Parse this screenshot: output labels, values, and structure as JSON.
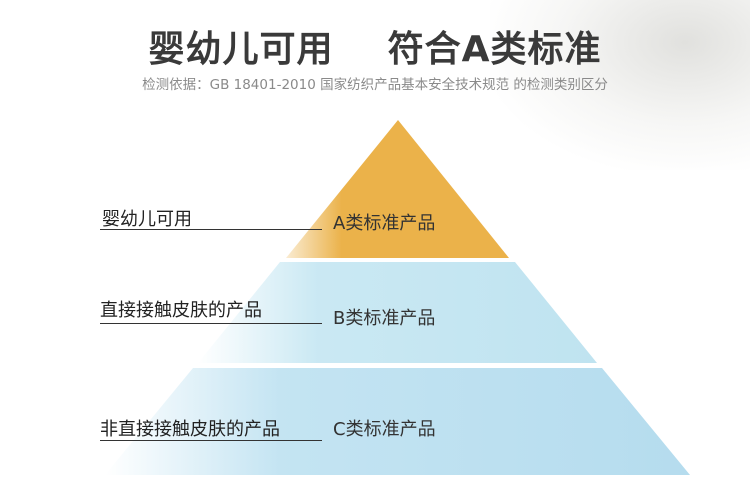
{
  "header": {
    "title_left": "婴幼儿可用",
    "title_right": "符合A类标准",
    "subtitle": "检测依据：GB 18401-2010 国家纺织产品基本安全技术规范 的检测类别区分"
  },
  "pyramid": {
    "tiers": [
      {
        "scope": "婴幼儿可用",
        "label": "A类标准产品",
        "color": "#ebb24a"
      },
      {
        "scope": "直接接触皮肤的产品",
        "label": "B类标准产品",
        "color": "#bfe3f0"
      },
      {
        "scope": "非直接接触皮肤的产品",
        "label": "C类标准产品",
        "color": "#b8def0"
      }
    ]
  }
}
